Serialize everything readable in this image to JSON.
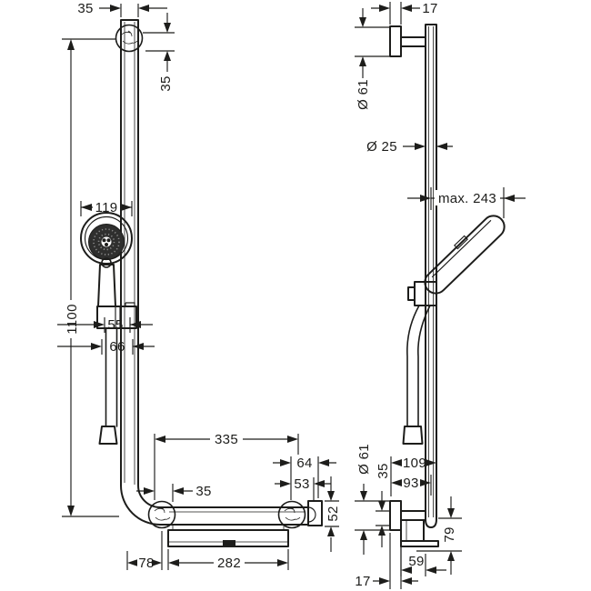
{
  "colors": {
    "background": "#ffffff",
    "line": "#1d1d1b"
  },
  "front_view": {
    "dim_top_offset": "35",
    "dim_top_drop": "35",
    "dim_rail_length": "1100",
    "dim_head_diameter": "119",
    "dim_holder_55": "55",
    "dim_holder_66": "66",
    "dim_bar_335": "335",
    "dim_bend_35": "35",
    "dim_end_64": "64",
    "dim_end_53": "53",
    "dim_end_52": "52",
    "dim_shelf_282": "282",
    "dim_bend_78": "78"
  },
  "side_view": {
    "dim_top_17": "17",
    "dim_top_dia": "Ø 61",
    "dim_rail_dia": "Ø 25",
    "dim_max_reach": "max. 243",
    "dim_109": "109",
    "dim_93": "93",
    "dim_bottom_dia": "Ø 61",
    "dim_bottom_35": "35",
    "dim_79": "79",
    "dim_59": "59",
    "dim_bottom_17": "17"
  }
}
